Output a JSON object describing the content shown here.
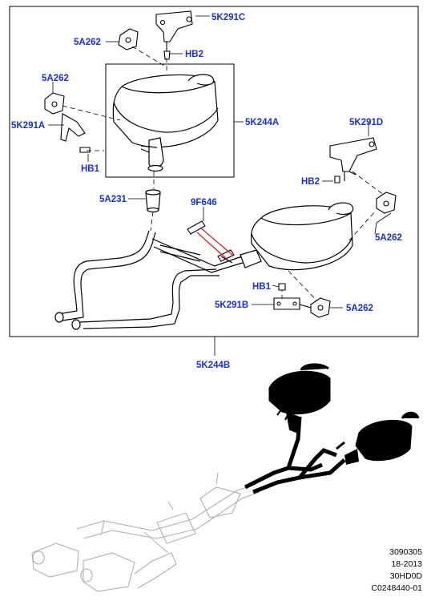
{
  "callouts": {
    "part_5k291c": "5K291C",
    "part_5a262_top": "5A262",
    "part_hb2_top": "HB2",
    "part_5a262_left": "5A262",
    "part_5k291a": "5K291A",
    "part_5k244a": "5K244A",
    "part_hb1_left": "HB1",
    "part_5a231": "5A231",
    "part_9f646": "9F646",
    "part_5k291d": "5K291D",
    "part_hb2_right": "HB2",
    "part_5a262_right": "5A262",
    "part_hb1_right": "HB1",
    "part_5k291b": "5K291B",
    "part_5a262_bottom": "5A262",
    "part_5k244b": "5K244B"
  },
  "reference": {
    "line1": "3090305",
    "line2": "18-2013",
    "line3": "30HD0D",
    "line4": "C0248440-01"
  },
  "colors": {
    "callout_text": "#1a2fd6",
    "highlight_line": "#e01010",
    "line_art": "#000000"
  }
}
